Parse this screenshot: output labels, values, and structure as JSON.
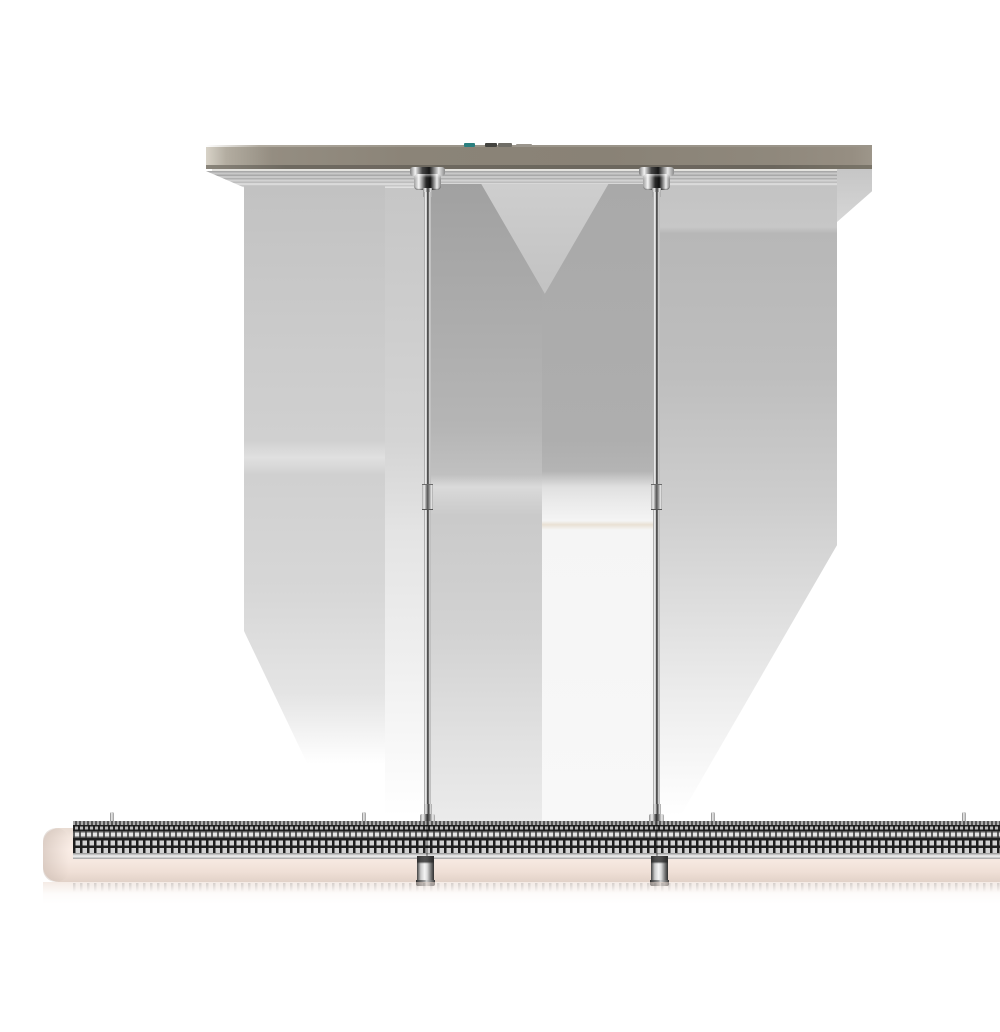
{
  "scene": {
    "type": "product-photograph",
    "alt_text": "Linear pendant light fixture on a plain white background: a taupe rectangular ceiling canopy with two polished-nickel vertical stems suspending a long horizontal cylindrical shade of dark perforated metal mesh over a frosted blush-white glass diffuser, with chrome clamps and soft grey reflection shadows behind.",
    "background": "white seamless studio backdrop",
    "parts": {
      "canopy": "rectangular ceiling canopy, taupe top edge with dark underside",
      "stems": "two slender polished-nickel rods with ceiling knuckles, mid couplers and bottom sockets",
      "shade": "perforated square-grid metal mesh half-cylinder",
      "diffuser": "frosted warm-white glass tube with rounded ends",
      "clamps": "two chrome retaining clamps under the shade",
      "pins": "four small chrome screw pins along the top of the mesh",
      "shadows": "soft grey angled reflection panels behind the stems"
    }
  },
  "colors": {
    "background": "#ffffff",
    "canopy-face": "#8b8478",
    "canopy-edge": "#6b665d",
    "shadow-grey": "#bdbdbd",
    "chrome-dark": "#2e2e2e",
    "chrome-light": "#f2f2f2",
    "mesh-dark": "#1e1e1e",
    "mesh-silver": "#d2d2d2",
    "diffuser-blush": "#f6e8e0",
    "accent-teal": "#2a7f7f"
  }
}
